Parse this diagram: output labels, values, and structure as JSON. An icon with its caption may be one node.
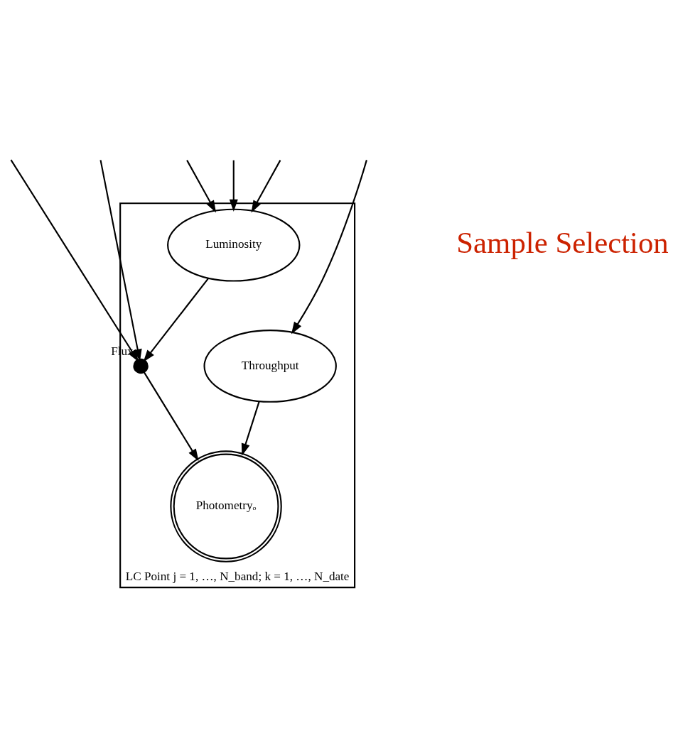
{
  "diagram": {
    "nodes": [
      {
        "text": [
          "LC Point j = 1, …, N_band; k = 1, …, N_date"
        ]
      },
      {
        "text": [
          "Luminosity"
        ],
        "in": 0
      },
      {
        "text": [
          "Throughput"
        ],
        "in": 0
      },
      {
        "text": [],
        "shape": "circle",
        "in": 0,
        "beside": [
          "Flux"
        ]
      },
      {
        "text": [
          "Photometryₒ"
        ],
        "in": 0
      }
    ],
    "edges": [
      {
        "from": null,
        "to": 1,
        "arrow": "to"
      },
      {
        "from": null,
        "to": 1,
        "arrow": "to"
      },
      {
        "from": null,
        "to": 1,
        "arrow": "to"
      },
      {
        "from": null,
        "to": 3,
        "arrow": "to"
      },
      {
        "from": null,
        "to": 3,
        "arrow": "to"
      },
      {
        "from": null,
        "to": 2,
        "arrow": "to"
      },
      {
        "from": 1,
        "to": 3,
        "arrow": "to"
      },
      {
        "from": 3,
        "to": 4,
        "arrow": "to"
      },
      {
        "from": 2,
        "to": 4,
        "arrow": "to"
      }
    ],
    "labels": [
      "Sample Selection"
    ]
  }
}
